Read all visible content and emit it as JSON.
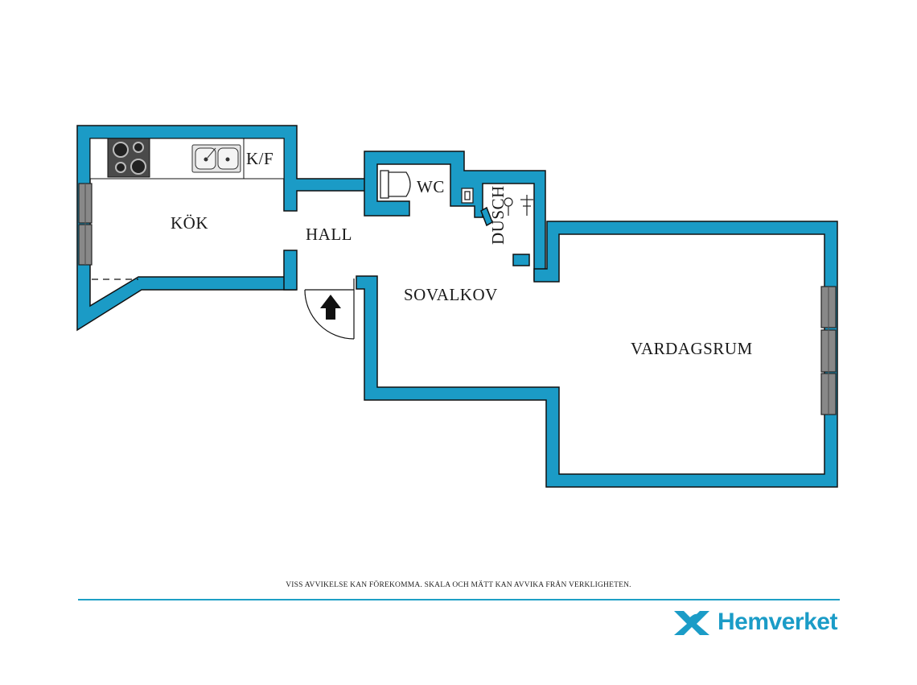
{
  "colors": {
    "wall": "#1b9bc6",
    "outline": "#111111",
    "accent": "#1ea0c6"
  },
  "rooms": {
    "kok": "KÖK",
    "kf": "K/F",
    "hall": "HALL",
    "wc": "WC",
    "dusch": "DUSCH",
    "sovalkov": "SOVALKOV",
    "vardagsrum": "VARDAGSRUM"
  },
  "icons": [
    "stove-icon",
    "sink-icon",
    "toilet-icon",
    "washbasin-icon",
    "shower-icon",
    "entrance-arrow-icon",
    "window-icon",
    "door-swing-icon"
  ],
  "footer": {
    "disclaimer": "VISS AVVIKELSE KAN FÖREKOMMA. SKALA OCH MÄTT KAN AVVIKA FRÅN VERKLIGHETEN.",
    "brand": "Hemverket"
  }
}
